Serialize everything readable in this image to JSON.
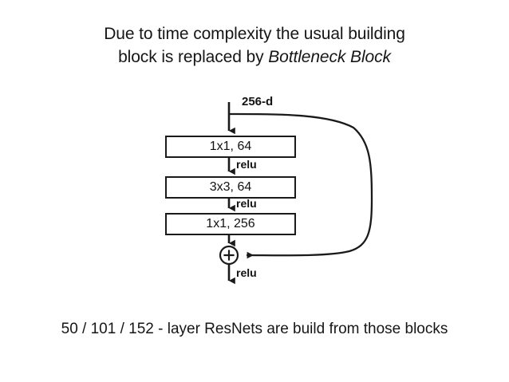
{
  "slide": {
    "background_color": "#ffffff",
    "ink_color": "#1a1a1a"
  },
  "title": {
    "line1": "Due to time complexity the usual building",
    "line2_prefix": "block is replaced by ",
    "line2_emphasis": "Bottleneck Block"
  },
  "diagram": {
    "input_label": "256-d",
    "blocks": [
      {
        "label": "1x1, 64"
      },
      {
        "label": "3x3, 64"
      },
      {
        "label": "1x1, 256"
      }
    ],
    "activations": [
      {
        "label": "relu"
      },
      {
        "label": "relu"
      },
      {
        "label": "relu"
      }
    ],
    "add_operator": "+"
  },
  "caption": {
    "text": "50 / 101 / 152 - layer ResNets are build from those blocks"
  }
}
